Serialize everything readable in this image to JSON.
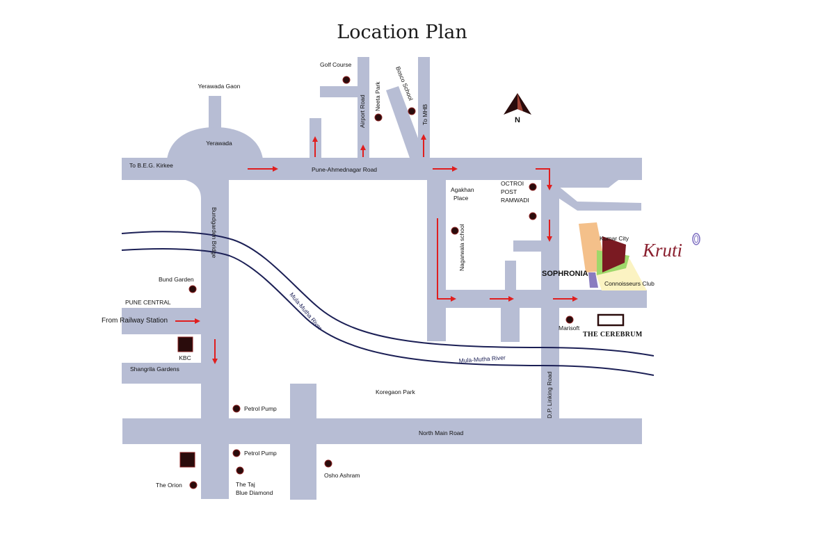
{
  "title": "Location Plan",
  "north_label": "N",
  "brand": "Kruti",
  "colors": {
    "road": "#b7bdd4",
    "arrow": "#e01e1e",
    "river": "#1b1f55",
    "marker": "#2a0c0c",
    "site_maroon": "#7a1a22",
    "site_green": "#9fd86a",
    "site_orange": "#f4c08a",
    "site_cream": "#fbf3c2",
    "site_purple": "#8a7cc0"
  },
  "labels": {
    "yerawada_gaon": "Yerawada Gaon",
    "yerawada": "Yerawada",
    "to_beg_kirkee": "To B.E.G. Kirkee",
    "golf_course": "Golf Course",
    "airport_road": "Airport Road",
    "neeta_park": "Neeta Park",
    "bosco_school": "Bosco School",
    "to_mhb": "To MHB",
    "pune_ahmednagar_road": "Pune-Ahmednagar Road",
    "agakhan_place": [
      "Agakhan",
      "Place"
    ],
    "octroi_post": [
      "OCTROI",
      "POST",
      "RAMWADI"
    ],
    "nagarwala_school": "Nagarwala school",
    "kumar_city": "Kumar City",
    "sophronia": "SOPHRONIA",
    "connoisseurs_club": "Connoisseurs Club",
    "bundgarden_bridge": "Bundgarden Bridge",
    "bund_garden": "Bund Garden",
    "pune_central": "PUNE CENTRAL",
    "from_railway_station": "From Railway Station",
    "kbc": "KBC",
    "shangrila_gardens": "Shangrila Gardens",
    "mula_mutha_river_1": "Mula-Mutha River",
    "mula_mutha_river_2": "Mula-Mutha River",
    "marisoft": "Marisoft",
    "the_cerebrum": "THE CEREBRUM",
    "dp_linking_road": "D.P. Linking Road",
    "koregaon_park": "Koregaon Park",
    "petrol_pump_1": "Petrol Pump",
    "petrol_pump_2": "Petrol Pump",
    "north_main_road": "North Main Road",
    "the_orion": "The Orion",
    "the_taj": [
      "The Taj",
      "Blue Diamond"
    ],
    "osho_ashram": "Osho Ashram"
  }
}
